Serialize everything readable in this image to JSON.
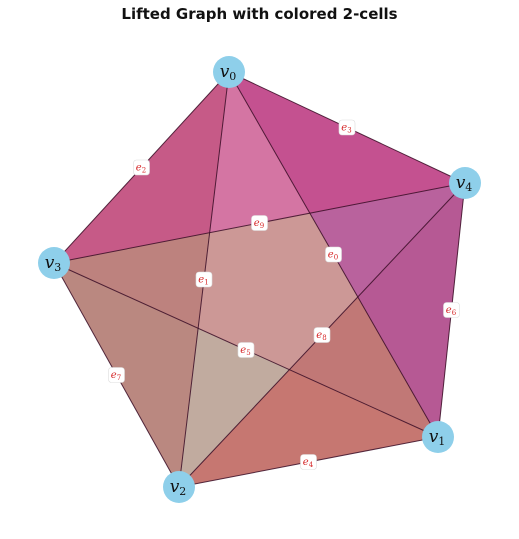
{
  "title": "Lifted Graph with colored 2-cells",
  "nodes": [
    {
      "id": "v0",
      "letter": "v",
      "index": "0"
    },
    {
      "id": "v1",
      "letter": "v",
      "index": "1"
    },
    {
      "id": "v2",
      "letter": "v",
      "index": "2"
    },
    {
      "id": "v3",
      "letter": "v",
      "index": "3"
    },
    {
      "id": "v4",
      "letter": "v",
      "index": "4"
    }
  ],
  "edges": [
    {
      "id": "e0",
      "letter": "e",
      "index": "0",
      "source": "v0",
      "target": "v1"
    },
    {
      "id": "e1",
      "letter": "e",
      "index": "1",
      "source": "v0",
      "target": "v2"
    },
    {
      "id": "e2",
      "letter": "e",
      "index": "2",
      "source": "v0",
      "target": "v3"
    },
    {
      "id": "e3",
      "letter": "e",
      "index": "3",
      "source": "v0",
      "target": "v4"
    },
    {
      "id": "e4",
      "letter": "e",
      "index": "4",
      "source": "v1",
      "target": "v2"
    },
    {
      "id": "e5",
      "letter": "e",
      "index": "5",
      "source": "v1",
      "target": "v3"
    },
    {
      "id": "e6",
      "letter": "e",
      "index": "6",
      "source": "v1",
      "target": "v4"
    },
    {
      "id": "e7",
      "letter": "e",
      "index": "7",
      "source": "v2",
      "target": "v3"
    },
    {
      "id": "e8",
      "letter": "e",
      "index": "8",
      "source": "v2",
      "target": "v4"
    },
    {
      "id": "e9",
      "letter": "e",
      "index": "9",
      "source": "v3",
      "target": "v4"
    }
  ],
  "cells": [
    {
      "id": "cell-v3-v1-v2",
      "vertices": [
        "v3",
        "v1",
        "v2"
      ],
      "color": "#a98b7a"
    },
    {
      "id": "cell-v1-v2-v4",
      "vertices": [
        "v1",
        "v2",
        "v4"
      ],
      "color": "#c8625f"
    },
    {
      "id": "cell-v3-v4-v1",
      "vertices": [
        "v3",
        "v4",
        "v1"
      ],
      "color": "#b8706d"
    },
    {
      "id": "cell-v0-v3-v2",
      "vertices": [
        "v0",
        "v3",
        "v2"
      ],
      "color": "#b77a74"
    },
    {
      "id": "cell-v0-v4-v1",
      "vertices": [
        "v0",
        "v4",
        "v1"
      ],
      "color": "#b24da0"
    },
    {
      "id": "cell-v0-v3-v4",
      "vertices": [
        "v0",
        "v3",
        "v4"
      ],
      "color": "#c4407f"
    }
  ],
  "colors": {
    "node_fill": "#8ecfea",
    "edge_stroke": "#3a0d26",
    "edge_label_text": "#d62728",
    "edge_label_box": "#ffffff"
  }
}
